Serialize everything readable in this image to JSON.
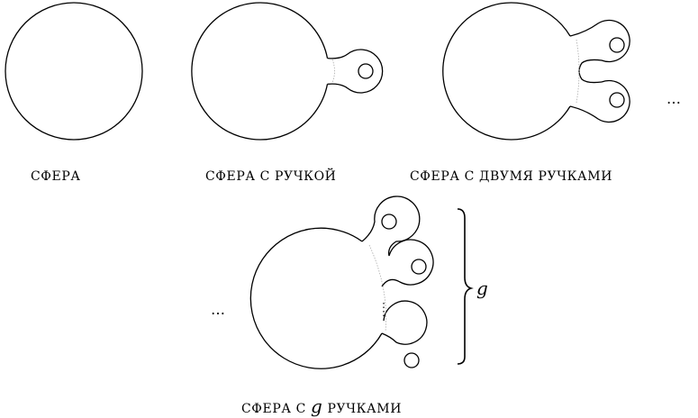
{
  "labels": {
    "sphere": "СФЕРА",
    "sphere_one_handle": "СФЕРА С РУЧКОЙ",
    "sphere_two_handles": "СФЕРА С ДВУМЯ РУЧКАМИ",
    "sphere_g_handles_prefix": "СФЕРА С",
    "sphere_g_handles_var": "g",
    "sphere_g_handles_suffix": "РУЧКАМИ"
  },
  "brace_label": "g",
  "continuation_dots": "…"
}
